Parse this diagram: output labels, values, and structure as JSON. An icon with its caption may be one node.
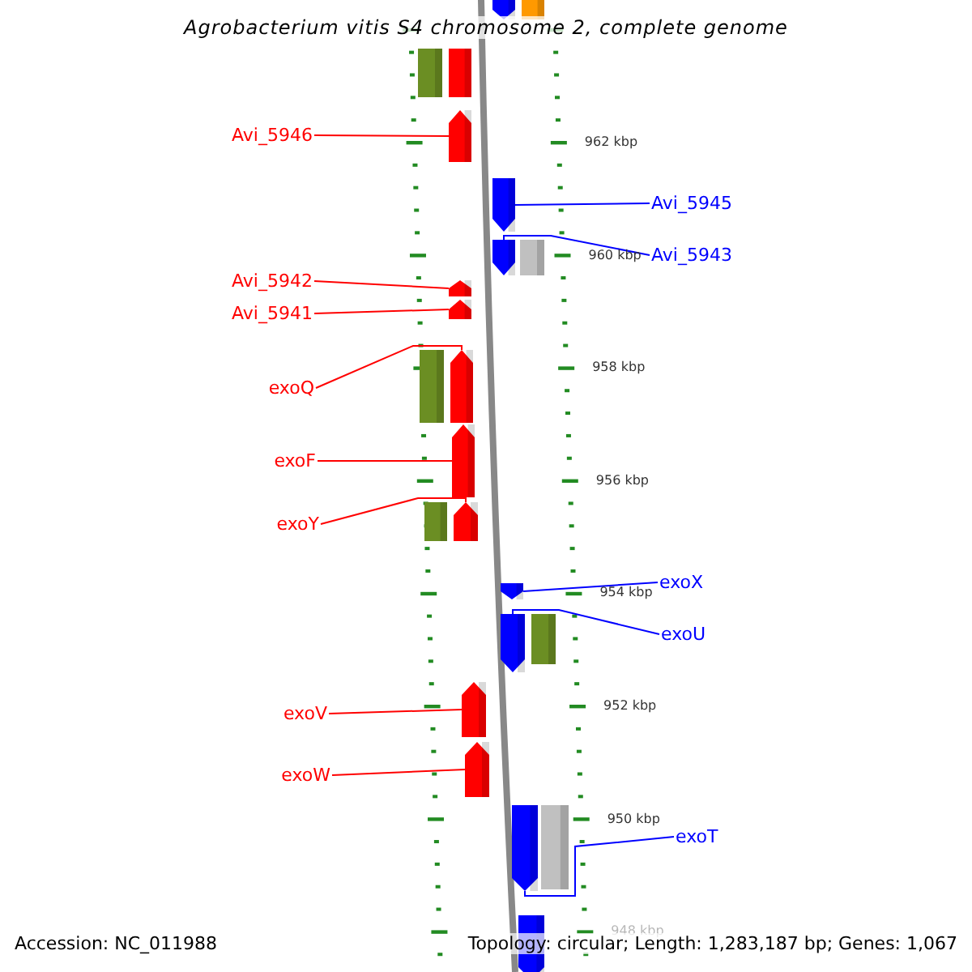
{
  "diagram": {
    "title": "Agrobacterium vitis S4 chromosome 2, complete genome",
    "nodes": [
      {
        "text": [
          "Avi_5946"
        ]
      },
      {
        "text": [
          "Avi_5945"
        ]
      },
      {
        "text": [
          "Avi_5943"
        ]
      },
      {
        "text": [
          "Avi_5942"
        ]
      },
      {
        "text": [
          "Avi_5941"
        ]
      },
      {
        "text": [
          "exoQ"
        ]
      },
      {
        "text": [
          "exoF"
        ]
      },
      {
        "text": [
          "exoY"
        ]
      },
      {
        "text": [
          "exoX"
        ]
      },
      {
        "text": [
          "exoU"
        ]
      },
      {
        "text": [
          "exoV"
        ]
      },
      {
        "text": [
          "exoW"
        ]
      },
      {
        "text": [
          "exoT"
        ]
      },
      {
        "text": [],
        "shape": "bar"
      },
      {
        "text": [],
        "shape": "bar"
      },
      {
        "text": [],
        "shape": "bar"
      },
      {
        "text": [],
        "shape": "bar"
      },
      {
        "text": [],
        "shape": "bar"
      },
      {
        "text": [],
        "shape": "bar"
      },
      {
        "text": [],
        "shape": "bar"
      },
      {
        "text": [],
        "shape": "bar"
      },
      {
        "text": [],
        "shape": "bar"
      },
      {
        "text": [],
        "shape": "bar"
      },
      {
        "text": [],
        "shape": "bar"
      },
      {
        "text": [],
        "shape": "bar"
      },
      {
        "text": [],
        "shape": "bar"
      },
      {
        "text": [],
        "shape": "bar"
      },
      {
        "text": [],
        "shape": "bar"
      },
      {
        "text": [],
        "shape": "bar"
      },
      {
        "text": [],
        "shape": "bar"
      },
      {
        "text": [],
        "shape": "bar"
      },
      {
        "text": [],
        "shape": "bar"
      },
      {
        "text": [],
        "shape": "bar"
      },
      {
        "text": [],
        "shape": "bar"
      },
      {
        "text": [],
        "shape": "bar"
      },
      {
        "text": [],
        "shape": "bar"
      }
    ],
    "edges": [
      {
        "from": 0,
        "to": 17,
        "arrow": "none"
      },
      {
        "from": 1,
        "to": 18,
        "arrow": "none",
        "color": "#0000ff"
      },
      {
        "from": 2,
        "to": 19,
        "arrow": "none",
        "color": "#0000ff"
      },
      {
        "from": 3,
        "to": 21,
        "arrow": "none"
      },
      {
        "from": 4,
        "to": 22,
        "arrow": "none"
      },
      {
        "from": 5,
        "to": 24,
        "arrow": "none"
      },
      {
        "from": 6,
        "to": 25,
        "arrow": "none"
      },
      {
        "from": 7,
        "to": 27,
        "arrow": "none"
      },
      {
        "from": 8,
        "to": 28,
        "arrow": "none",
        "color": "#0000ff"
      },
      {
        "from": 9,
        "to": 29,
        "arrow": "none",
        "color": "#0000ff"
      },
      {
        "from": 10,
        "to": 31,
        "arrow": "none"
      },
      {
        "from": 11,
        "to": 32,
        "arrow": "none"
      },
      {
        "from": 12,
        "to": 33,
        "arrow": "none",
        "color": "#0000ff"
      }
    ],
    "labels": [
      "962 kbp",
      "960 kbp",
      "958 kbp",
      "956 kbp",
      "954 kbp",
      "952 kbp",
      "950 kbp",
      "948 kbp",
      "Accession: NC_011988",
      "Topology: circular; Length: 1,283,187 bp; Genes: 1,067"
    ]
  }
}
